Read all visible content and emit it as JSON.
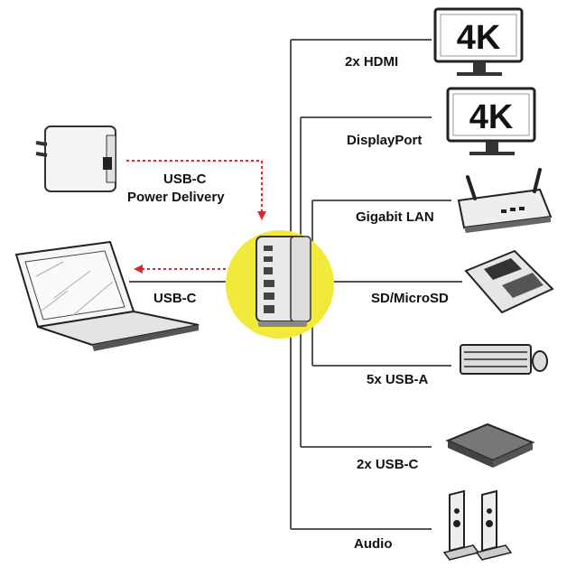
{
  "labels": {
    "hdmi": "2x HDMI",
    "displayport": "DisplayPort",
    "lan": "Gigabit LAN",
    "sd": "SD/MicroSD",
    "usba": "5x USB-A",
    "usbc_out": "2x USB-C",
    "audio": "Audio",
    "usbc_host": "USB-C",
    "pd_line1": "USB-C",
    "pd_line2": "Power Delivery"
  },
  "monitor_text": "4K",
  "colors": {
    "hub_circle": "#f2ea3a",
    "arrow_red": "#d62b2b",
    "line_gray": "#555555"
  },
  "icons": {
    "charger": "power-adapter-icon",
    "laptop": "laptop-icon",
    "hub": "docking-station-icon",
    "monitor": "monitor-icon",
    "router": "router-icon",
    "sdcard": "sd-card-icon",
    "keyboard": "keyboard-icon",
    "drive": "external-drive-icon",
    "speakers": "speakers-icon"
  }
}
